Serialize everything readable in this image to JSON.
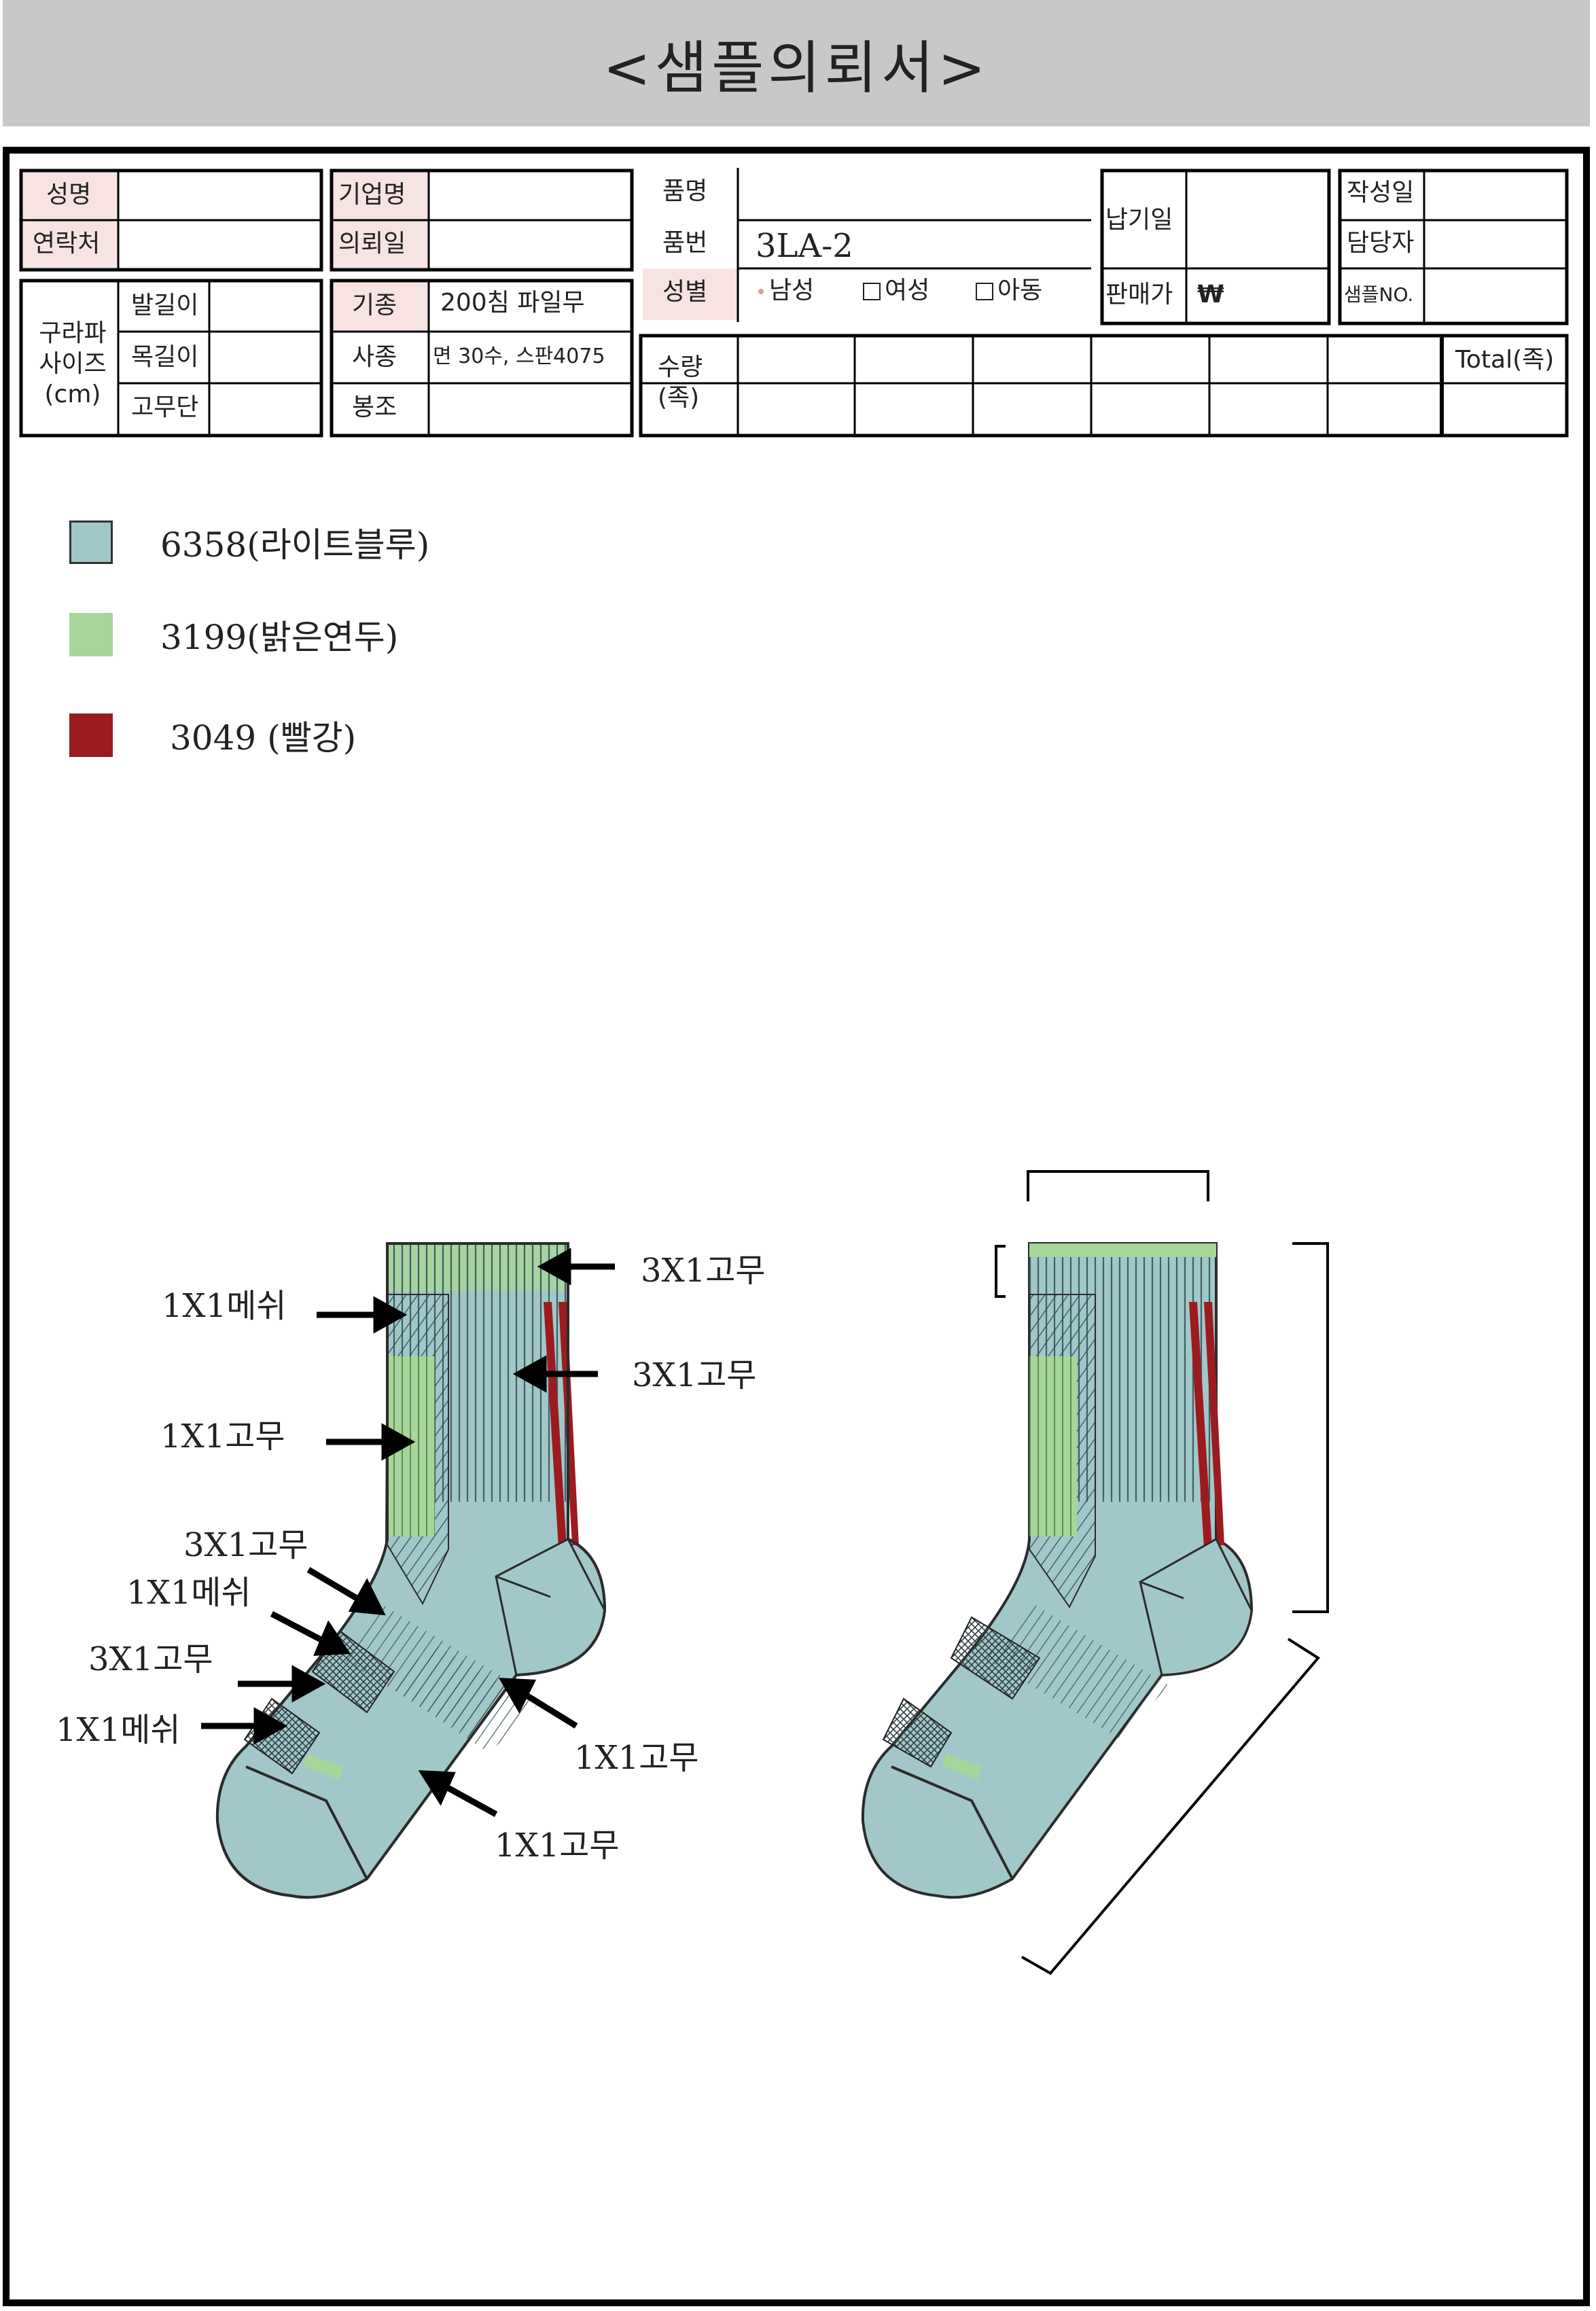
{
  "title": "<샘플의뢰서>",
  "header_form": {
    "name_label": "성명",
    "contact_label": "연락처",
    "company_label": "기업명",
    "request_date_label": "의뢰일",
    "size_label": "구라파\n사이즈\n(cm)",
    "foot_length_label": "발길이",
    "neck_length_label": "목길이",
    "rib_label": "고무단",
    "machine_label": "기종",
    "machine_value": "200침 파일무",
    "yarn_label": "사종",
    "yarn_value": "면 30수, 스판4075",
    "sewing_label": "봉조",
    "item_name_label": "품명",
    "item_no_label": "품번",
    "item_no_value": "3LA-2",
    "gender_label": "성별",
    "gender_options": [
      "남성",
      "여성",
      "아동"
    ],
    "quantity_label": "수량\n(족)",
    "total_label": "Total(족)",
    "delivery_date_label": "납기일",
    "sale_price_label": "판매가",
    "currency_symbol": "₩",
    "written_date_label": "작성일",
    "manager_label": "담당자",
    "sample_no_label": "샘플NO."
  },
  "legend": [
    {
      "code": "6358(라이트블루)",
      "color": "#a2c7c8"
    },
    {
      "code": "3199(밝은연두)",
      "color": "#a7d59a"
    },
    {
      "code": "3049 (빨강)",
      "color": "#9b1b1f"
    }
  ],
  "callouts": {
    "c1": "3X1고무",
    "c2": "1X1메쉬",
    "c3": "3X1고무",
    "c4": "1X1고무",
    "c5": "3X1고무",
    "c6": "1X1메쉬",
    "c7": "3X1고무",
    "c8": "1X1메쉬",
    "c9": "1X1고무",
    "c10": "1X1고무"
  },
  "colors": {
    "light_blue": "#a2c7c8",
    "light_green": "#a7d59a",
    "red": "#9b1b1f",
    "label_pink": "#f8e3e3",
    "outline": "#2b2b2b"
  }
}
